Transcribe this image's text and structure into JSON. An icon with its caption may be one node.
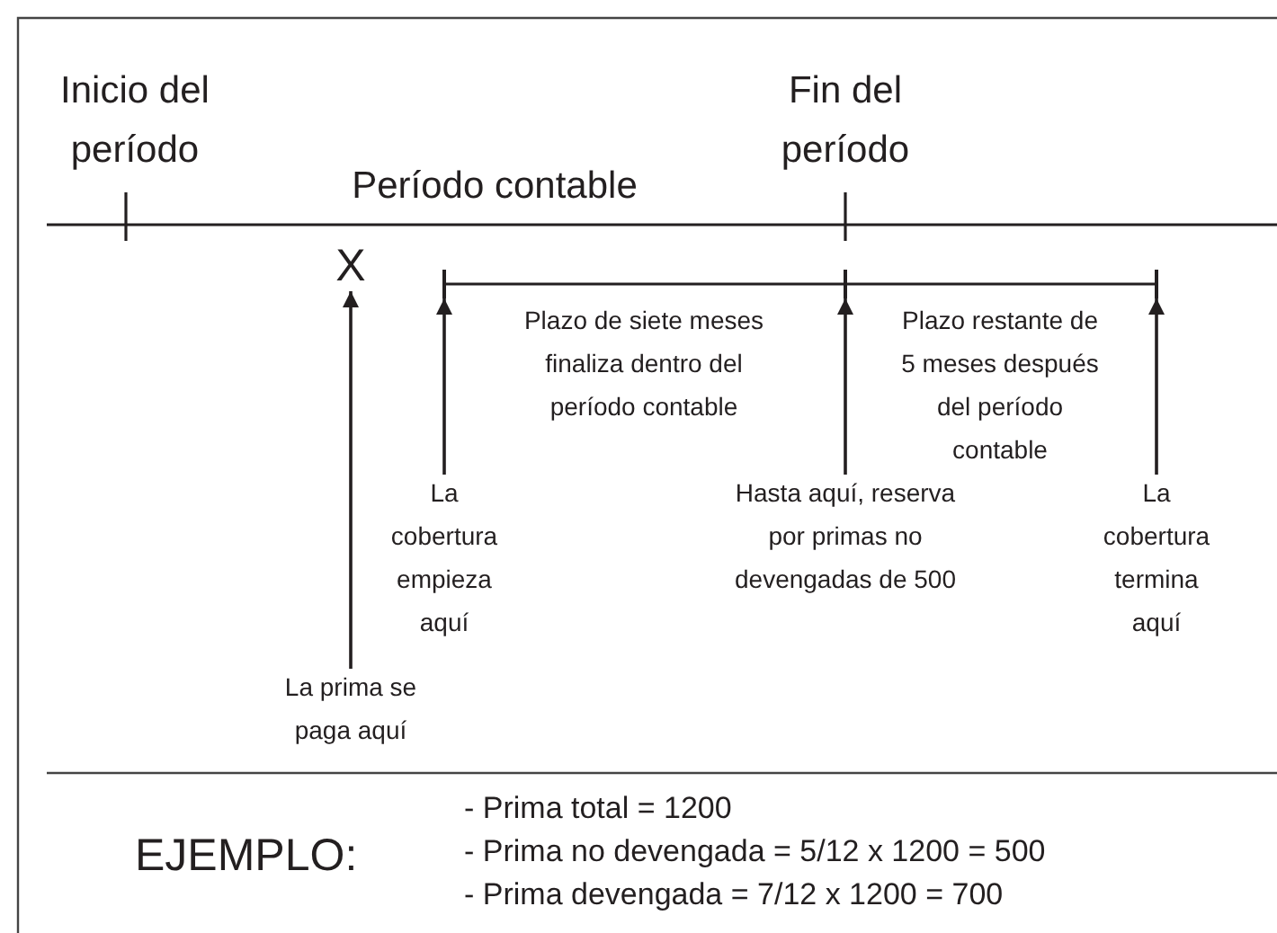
{
  "diagram": {
    "nodes": [
      {
        "text": [
          "X"
        ]
      },
      {
        "text": [
          "La prima se paga aquí"
        ]
      },
      {
        "text": [
          "La cobertura empieza aquí"
        ]
      },
      {
        "text": [
          "Hasta aquí, reserva por primas no devengadas de 500"
        ]
      },
      {
        "text": [
          "La cobertura termina aquí"
        ]
      },
      {
        "text": [],
        "shape": "bar"
      },
      {
        "text": [],
        "shape": "bar"
      },
      {
        "text": [],
        "shape": "bar"
      }
    ],
    "edges": [
      {
        "from": 1,
        "to": 0,
        "arrow": "to"
      },
      {
        "from": 2,
        "to": 5,
        "arrow": "to"
      },
      {
        "from": 3,
        "to": 6,
        "arrow": "to"
      },
      {
        "from": 4,
        "to": 7,
        "arrow": "to"
      }
    ],
    "labels": [
      "Inicio del período",
      "Fin del período",
      "Período contable",
      "Plazo de siete meses finaliza dentro del período contable",
      "Plazo restante de 5 meses después del período contable",
      "EJEMPLO:",
      "- Prima total = 1200",
      "- Prima no devengada = 5/12 x 1200 = 500",
      "- Prima devengada = 7/12 x 1200 = 700"
    ]
  }
}
